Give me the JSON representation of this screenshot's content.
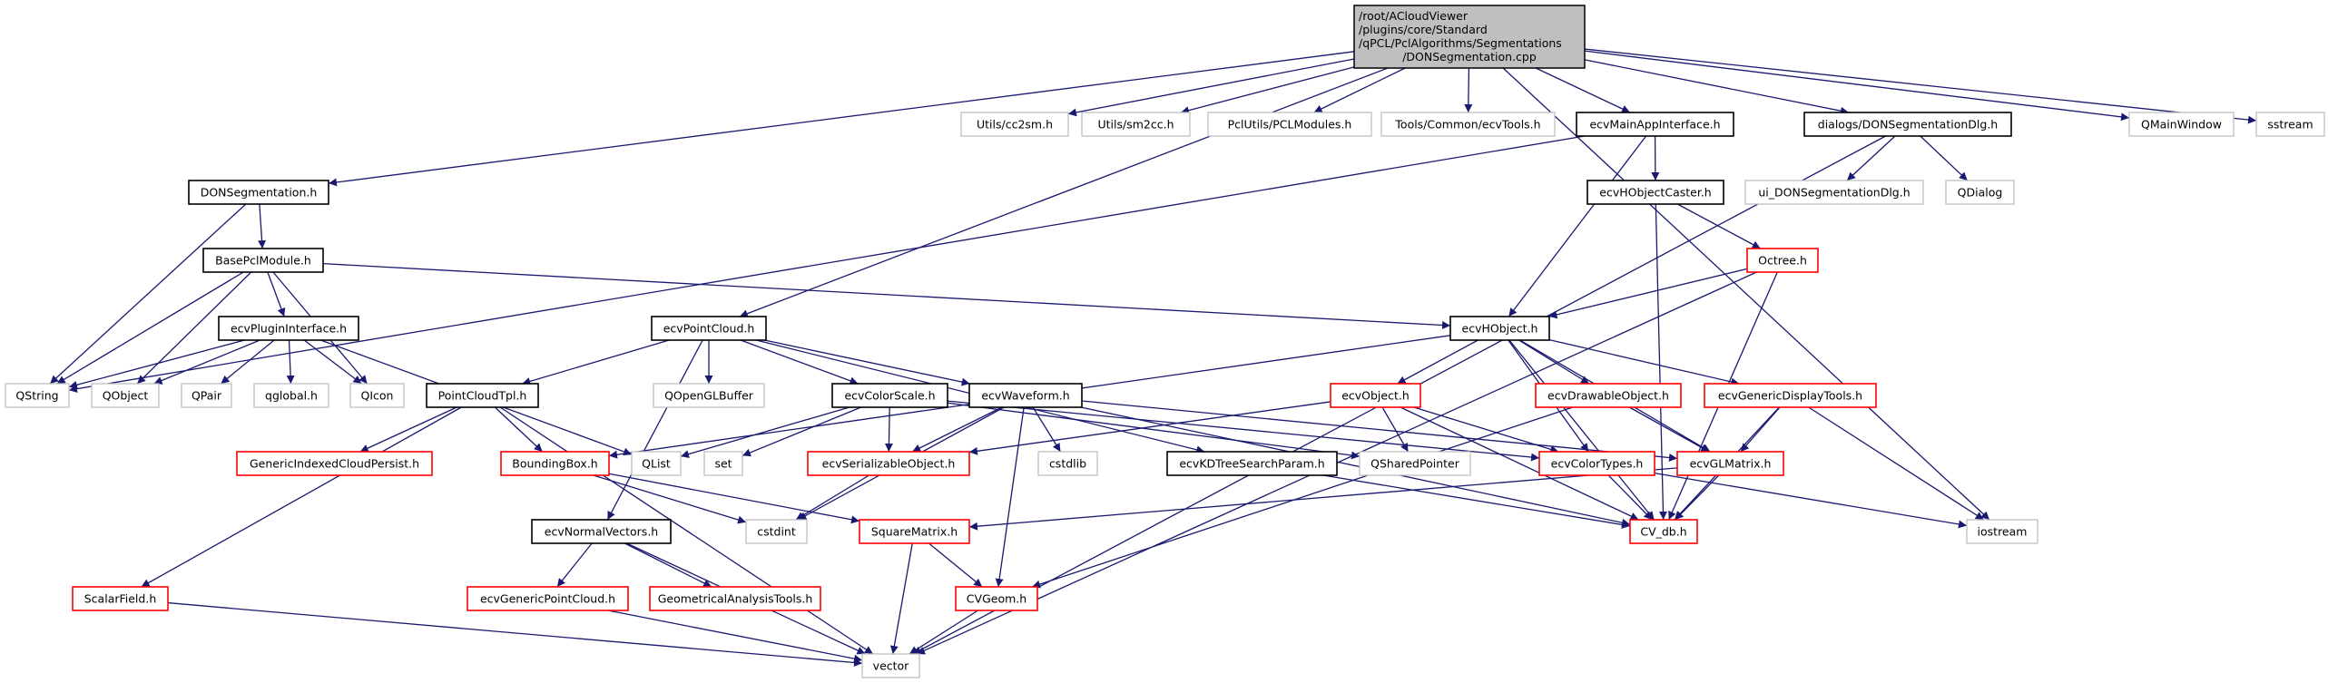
{
  "colors": {
    "edge": "#191970",
    "root_fill": "#bfbfbf",
    "documented_border": "#000000",
    "truncated_border": "#ff0000",
    "external_border": "#bfbfbf"
  },
  "root": {
    "lines": [
      "/root/ACloudViewer",
      "/plugins/core/Standard",
      "/qPCL/PclAlgorithms/Segmentations",
      "/DONSegmentation.cpp"
    ]
  },
  "nodes": [
    {
      "id": "don_h",
      "label": "DONSegmentation.h",
      "kind": "documented"
    },
    {
      "id": "basepcl",
      "label": "BasePclModule.h",
      "kind": "documented"
    },
    {
      "id": "plugin",
      "label": "ecvPluginInterface.h",
      "kind": "documented"
    },
    {
      "id": "pointcloud",
      "label": "ecvPointCloud.h",
      "kind": "documented"
    },
    {
      "id": "qstring",
      "label": "QString",
      "kind": "external"
    },
    {
      "id": "qobject",
      "label": "QObject",
      "kind": "external"
    },
    {
      "id": "qpair",
      "label": "QPair",
      "kind": "external"
    },
    {
      "id": "qglobal",
      "label": "qglobal.h",
      "kind": "external"
    },
    {
      "id": "qicon",
      "label": "QIcon",
      "kind": "external"
    },
    {
      "id": "pctpl",
      "label": "PointCloudTpl.h",
      "kind": "documented"
    },
    {
      "id": "qoglbuf",
      "label": "QOpenGLBuffer",
      "kind": "external"
    },
    {
      "id": "gicp",
      "label": "GenericIndexedCloudPersist.h",
      "kind": "truncated"
    },
    {
      "id": "bbox",
      "label": "BoundingBox.h",
      "kind": "truncated"
    },
    {
      "id": "qlist",
      "label": "QList",
      "kind": "external"
    },
    {
      "id": "set",
      "label": "set",
      "kind": "external"
    },
    {
      "id": "normals",
      "label": "ecvNormalVectors.h",
      "kind": "documented"
    },
    {
      "id": "cstdint",
      "label": "cstdint",
      "kind": "external"
    },
    {
      "id": "scalarfield",
      "label": "ScalarField.h",
      "kind": "truncated"
    },
    {
      "id": "genpc",
      "label": "ecvGenericPointCloud.h",
      "kind": "truncated"
    },
    {
      "id": "geomtools",
      "label": "GeometricalAnalysisTools.h",
      "kind": "truncated"
    },
    {
      "id": "vector",
      "label": "vector",
      "kind": "external"
    },
    {
      "id": "hobject",
      "label": "ecvHObject.h",
      "kind": "documented"
    },
    {
      "id": "colorscale",
      "label": "ecvColorScale.h",
      "kind": "documented"
    },
    {
      "id": "waveform",
      "label": "ecvWaveform.h",
      "kind": "documented"
    },
    {
      "id": "object",
      "label": "ecvObject.h",
      "kind": "truncated"
    },
    {
      "id": "drawable",
      "label": "ecvDrawableObject.h",
      "kind": "truncated"
    },
    {
      "id": "serializable",
      "label": "ecvSerializableObject.h",
      "kind": "truncated"
    },
    {
      "id": "cstdlib",
      "label": "cstdlib",
      "kind": "external"
    },
    {
      "id": "kdtree",
      "label": "ecvKDTreeSearchParam.h",
      "kind": "documented"
    },
    {
      "id": "qshared",
      "label": "QSharedPointer",
      "kind": "external"
    },
    {
      "id": "colortypes",
      "label": "ecvColorTypes.h",
      "kind": "truncated"
    },
    {
      "id": "glmatrix",
      "label": "ecvGLMatrix.h",
      "kind": "truncated"
    },
    {
      "id": "gendisp",
      "label": "ecvGenericDisplayTools.h",
      "kind": "truncated"
    },
    {
      "id": "squarematrix",
      "label": "SquareMatrix.h",
      "kind": "truncated"
    },
    {
      "id": "cvdb",
      "label": "CV_db.h",
      "kind": "truncated"
    },
    {
      "id": "iostream",
      "label": "iostream",
      "kind": "external"
    },
    {
      "id": "cvgeom",
      "label": "CVGeom.h",
      "kind": "truncated"
    },
    {
      "id": "cc2sm",
      "label": "Utils/cc2sm.h",
      "kind": "external"
    },
    {
      "id": "sm2cc",
      "label": "Utils/sm2cc.h",
      "kind": "external"
    },
    {
      "id": "pclmodules",
      "label": "PclUtils/PCLModules.h",
      "kind": "external"
    },
    {
      "id": "ecvtools",
      "label": "Tools/Common/ecvTools.h",
      "kind": "external"
    },
    {
      "id": "mainapp",
      "label": "ecvMainAppInterface.h",
      "kind": "documented"
    },
    {
      "id": "dlg",
      "label": "dialogs/DONSegmentationDlg.h",
      "kind": "documented"
    },
    {
      "id": "qmainwindow",
      "label": "QMainWindow",
      "kind": "external"
    },
    {
      "id": "sstream",
      "label": "sstream",
      "kind": "external"
    },
    {
      "id": "caster",
      "label": "ecvHObjectCaster.h",
      "kind": "documented"
    },
    {
      "id": "uidlg",
      "label": "ui_DONSegmentationDlg.h",
      "kind": "external"
    },
    {
      "id": "qdialog",
      "label": "QDialog",
      "kind": "external"
    },
    {
      "id": "octree",
      "label": "Octree.h",
      "kind": "truncated"
    }
  ],
  "edges": [
    [
      "root",
      "don_h"
    ],
    [
      "root",
      "pointcloud"
    ],
    [
      "root",
      "cc2sm"
    ],
    [
      "root",
      "sm2cc"
    ],
    [
      "root",
      "pclmodules"
    ],
    [
      "root",
      "ecvtools"
    ],
    [
      "root",
      "mainapp"
    ],
    [
      "root",
      "dlg"
    ],
    [
      "root",
      "qmainwindow"
    ],
    [
      "root",
      "sstream"
    ],
    [
      "root",
      "iostream"
    ],
    [
      "don_h",
      "qstring"
    ],
    [
      "don_h",
      "basepcl"
    ],
    [
      "basepcl",
      "qstring"
    ],
    [
      "basepcl",
      "qobject"
    ],
    [
      "basepcl",
      "plugin"
    ],
    [
      "basepcl",
      "qicon"
    ],
    [
      "basepcl",
      "hobject"
    ],
    [
      "plugin",
      "qstring"
    ],
    [
      "plugin",
      "qobject"
    ],
    [
      "plugin",
      "qpair"
    ],
    [
      "plugin",
      "qglobal"
    ],
    [
      "plugin",
      "qicon"
    ],
    [
      "plugin",
      "qlist"
    ],
    [
      "pointcloud",
      "pctpl"
    ],
    [
      "pointcloud",
      "normals"
    ],
    [
      "pointcloud",
      "qoglbuf"
    ],
    [
      "pointcloud",
      "colorscale"
    ],
    [
      "pointcloud",
      "waveform"
    ],
    [
      "pointcloud",
      "kdtree"
    ],
    [
      "pctpl",
      "gicp"
    ],
    [
      "pctpl",
      "bbox"
    ],
    [
      "pctpl",
      "scalarfield"
    ],
    [
      "pctpl",
      "vector"
    ],
    [
      "bbox",
      "cstdint"
    ],
    [
      "bbox",
      "squarematrix"
    ],
    [
      "colorscale",
      "qlist"
    ],
    [
      "colorscale",
      "set"
    ],
    [
      "colorscale",
      "serializable"
    ],
    [
      "colorscale",
      "qshared"
    ],
    [
      "colorscale",
      "colortypes"
    ],
    [
      "waveform",
      "cstdint"
    ],
    [
      "waveform",
      "serializable"
    ],
    [
      "waveform",
      "cstdlib"
    ],
    [
      "waveform",
      "cvgeom"
    ],
    [
      "waveform",
      "cvdb"
    ],
    [
      "waveform",
      "glmatrix"
    ],
    [
      "serializable",
      "cstdint"
    ],
    [
      "normals",
      "genpc"
    ],
    [
      "normals",
      "geomtools"
    ],
    [
      "normals",
      "vector"
    ],
    [
      "genpc",
      "vector"
    ],
    [
      "scalarfield",
      "vector"
    ],
    [
      "squarematrix",
      "cvgeom"
    ],
    [
      "squarematrix",
      "vector"
    ],
    [
      "cvgeom",
      "vector"
    ],
    [
      "kdtree",
      "cvdb"
    ],
    [
      "mainapp",
      "qstring"
    ],
    [
      "mainapp",
      "caster"
    ],
    [
      "mainapp",
      "hobject"
    ],
    [
      "caster",
      "octree"
    ],
    [
      "caster",
      "cvdb"
    ],
    [
      "octree",
      "hobject"
    ],
    [
      "octree",
      "cvdb"
    ],
    [
      "octree",
      "vector"
    ],
    [
      "dlg",
      "uidlg"
    ],
    [
      "dlg",
      "qdialog"
    ],
    [
      "dlg",
      "vector"
    ],
    [
      "hobject",
      "bbox"
    ],
    [
      "hobject",
      "object"
    ],
    [
      "hobject",
      "drawable"
    ],
    [
      "hobject",
      "gendisp"
    ],
    [
      "hobject",
      "colortypes"
    ],
    [
      "hobject",
      "glmatrix"
    ],
    [
      "hobject",
      "cvdb"
    ],
    [
      "object",
      "serializable"
    ],
    [
      "object",
      "qshared"
    ],
    [
      "object",
      "colortypes"
    ],
    [
      "object",
      "cvdb"
    ],
    [
      "drawable",
      "glmatrix"
    ],
    [
      "drawable",
      "cvgeom"
    ],
    [
      "gendisp",
      "glmatrix"
    ],
    [
      "gendisp",
      "cvdb"
    ],
    [
      "gendisp",
      "iostream"
    ],
    [
      "colortypes",
      "cvdb"
    ],
    [
      "colortypes",
      "iostream"
    ],
    [
      "glmatrix",
      "cvdb"
    ],
    [
      "glmatrix",
      "squarematrix"
    ]
  ]
}
